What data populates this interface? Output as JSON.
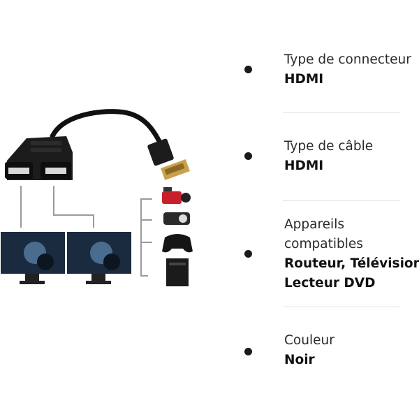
{
  "product_image": {
    "description_icon": "hdmi-splitter-cable-icon"
  },
  "specs": [
    {
      "label": "Type de connecteur",
      "value_lines": [
        "HDMI"
      ]
    },
    {
      "label": "Type de câble",
      "value_lines": [
        "HDMI"
      ]
    },
    {
      "label_lines": [
        "Appareils",
        "compatibles"
      ],
      "value_lines": [
        "Routeur, Télévision,",
        "Lecteur DVD"
      ]
    },
    {
      "label": "Couleur",
      "value_lines": [
        "Noir"
      ]
    }
  ]
}
